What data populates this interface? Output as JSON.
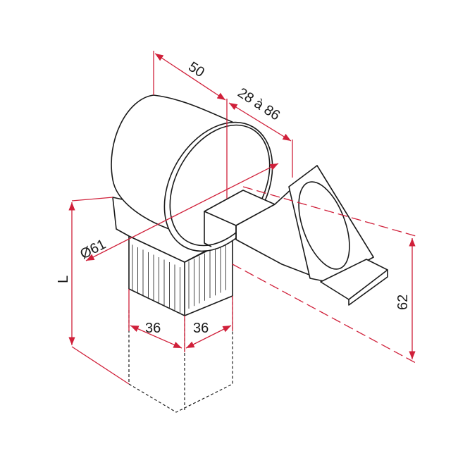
{
  "dimensions": {
    "depth": "50",
    "adjust_range": "28 à 86",
    "diameter": "Ø61",
    "length": "L",
    "width_left": "36",
    "width_right": "36",
    "height": "62"
  },
  "colors": {
    "dimension_lines": "#d0203a",
    "outline": "#1a1a1a"
  }
}
